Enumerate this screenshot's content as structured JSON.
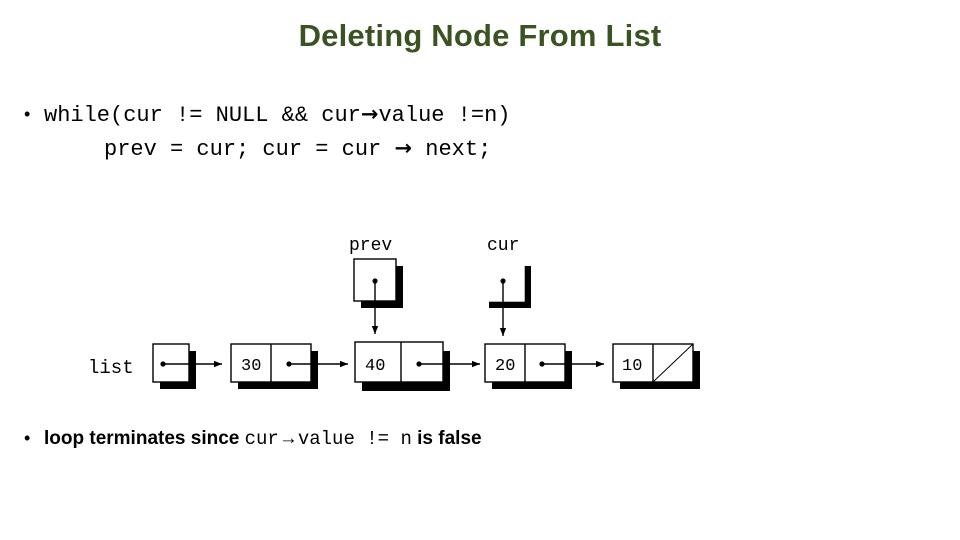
{
  "slide": {
    "title": "Deleting Node From List",
    "bullet_marker": "•"
  },
  "code_bullet": {
    "line1_pre": "while(cur != NULL && cur",
    "line1_arrow": "→",
    "line1_post": "value !=n)",
    "line2_pre": "prev = cur; cur = cur ",
    "line2_arrow": "→",
    "line2_post": " next;"
  },
  "bottom_bullet": {
    "part1": "loop terminates since ",
    "code1": "cur",
    "arrow": "→",
    "code2": "value != n",
    "part2": " is false"
  },
  "diagram": {
    "list_label": "list",
    "prev_label": "prev",
    "cur_label": "cur",
    "nodes": [
      {
        "value": "30",
        "next": "pointer"
      },
      {
        "value": "40",
        "next": "pointer"
      },
      {
        "value": "20",
        "next": "pointer"
      },
      {
        "value": "10",
        "next": "null"
      }
    ],
    "prev_points_to": "40",
    "cur_points_to": "20",
    "null_marker": "diagonal-slash"
  },
  "colors": {
    "title_green": "#3b5323",
    "text_black": "#000000",
    "background": "#ffffff",
    "shadow": "#000000"
  }
}
